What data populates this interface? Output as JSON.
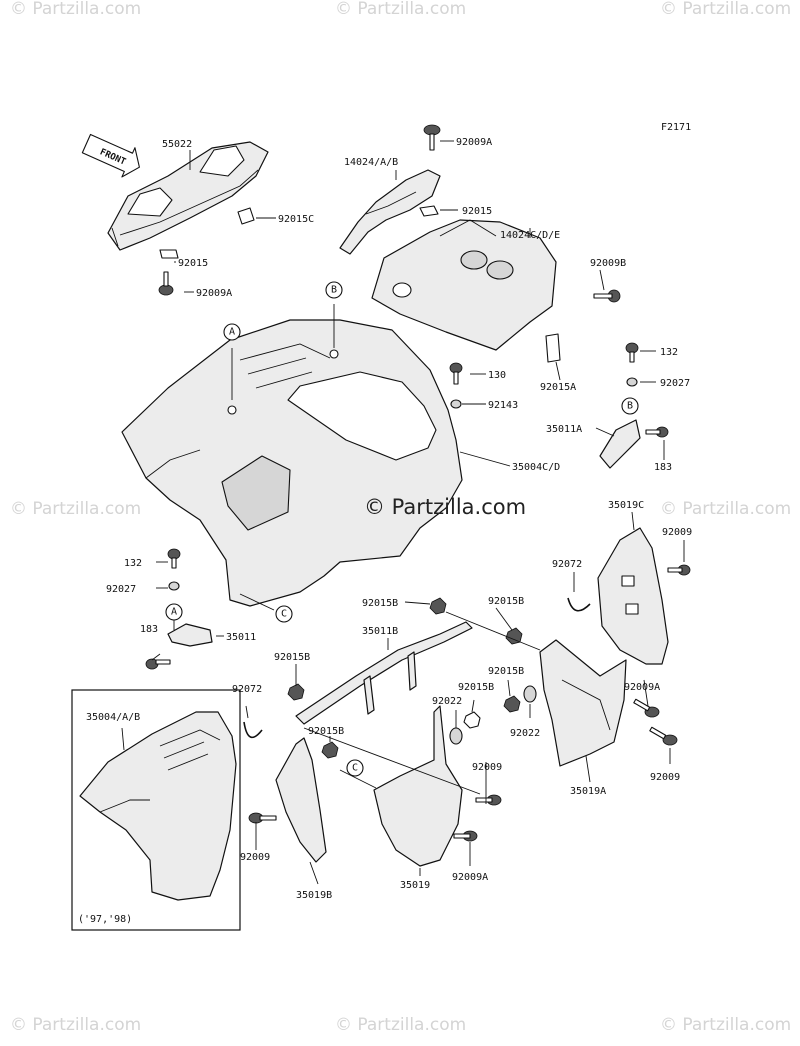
{
  "figure_code": "F2171",
  "front_label": "FRONT",
  "inset_years": "('97,'98)",
  "watermark_center": "© Partzilla.com",
  "watermark_repeat": "© Partzilla.com",
  "callouts": [
    "A",
    "B",
    "C"
  ],
  "labels": {
    "p55022": "55022",
    "p92015C": "92015C",
    "p92015_top": "92015",
    "p92009A_top": "92009A",
    "p92009A_mid": "92009A",
    "p14024AB": "14024/A/B",
    "p92015_mid": "92015",
    "p14024CDE": "14024C/D/E",
    "p92009B": "92009B",
    "p132_r": "132",
    "p92027_r": "92027",
    "p130": "130",
    "p92143": "92143",
    "p92015A": "92015A",
    "p35011A": "35011A",
    "p183_r": "183",
    "p35004CD": "35004C/D",
    "p35019C": "35019C",
    "p92009_r1": "92009",
    "p92072_r": "92072",
    "p132_l": "132",
    "p92027_l": "92027",
    "p183_l": "183",
    "p35011": "35011",
    "p92015B_1": "92015B",
    "p92015B_2": "92015B",
    "p35011B": "35011B",
    "p92015B_3": "92015B",
    "p92072_l": "92072",
    "p92015B_4": "92015B",
    "p92015B_5": "92015B",
    "p92022_1": "92022",
    "p92022_2": "92022",
    "p92009A_r": "92009A",
    "p92015B_6": "92015B",
    "p92009_mid": "92009",
    "p92009_r2": "92009",
    "p35019A": "35019A",
    "p35004AB": "35004/A/B",
    "p92009_l": "92009",
    "p35019B": "35019B",
    "p35019": "35019",
    "p92009A_bot": "92009A"
  }
}
